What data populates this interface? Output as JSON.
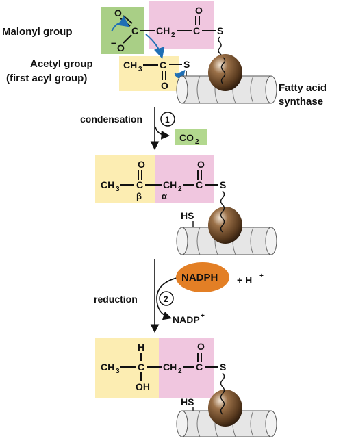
{
  "labels": {
    "malonyl_group": "Malonyl group",
    "acetyl_group": "Acetyl group",
    "first_acyl_group": "(first acyl group)",
    "fatty_acid": "Fatty acid",
    "synthase": "synthase"
  },
  "atoms": {
    "O": "O",
    "O_minus_sign": "–",
    "C": "C",
    "S": "S",
    "CH": "CH",
    "sub2": "2",
    "sub3": "3",
    "H": "H",
    "OH": "OH",
    "HS": "HS",
    "beta": "β",
    "alpha": "α"
  },
  "steps": {
    "condensation": "condensation",
    "condensation_num": "1",
    "reduction": "reduction",
    "reduction_num": "2"
  },
  "species": {
    "co2_main": "CO",
    "co2_sub": "2",
    "nadph": "NADPH",
    "plus_h": "+ H",
    "plus_sign": "+",
    "nadp": "NADP"
  },
  "colors": {
    "malonyl_box": "#f0c6df",
    "acetyl_box": "#fcedb2",
    "carboxyl_box": "#a9cf86",
    "co2_box": "#b2d88e",
    "nadph_fill": "#e37f25",
    "curved_arrow": "#1f6fb5",
    "ball": "#6b4a2b"
  }
}
